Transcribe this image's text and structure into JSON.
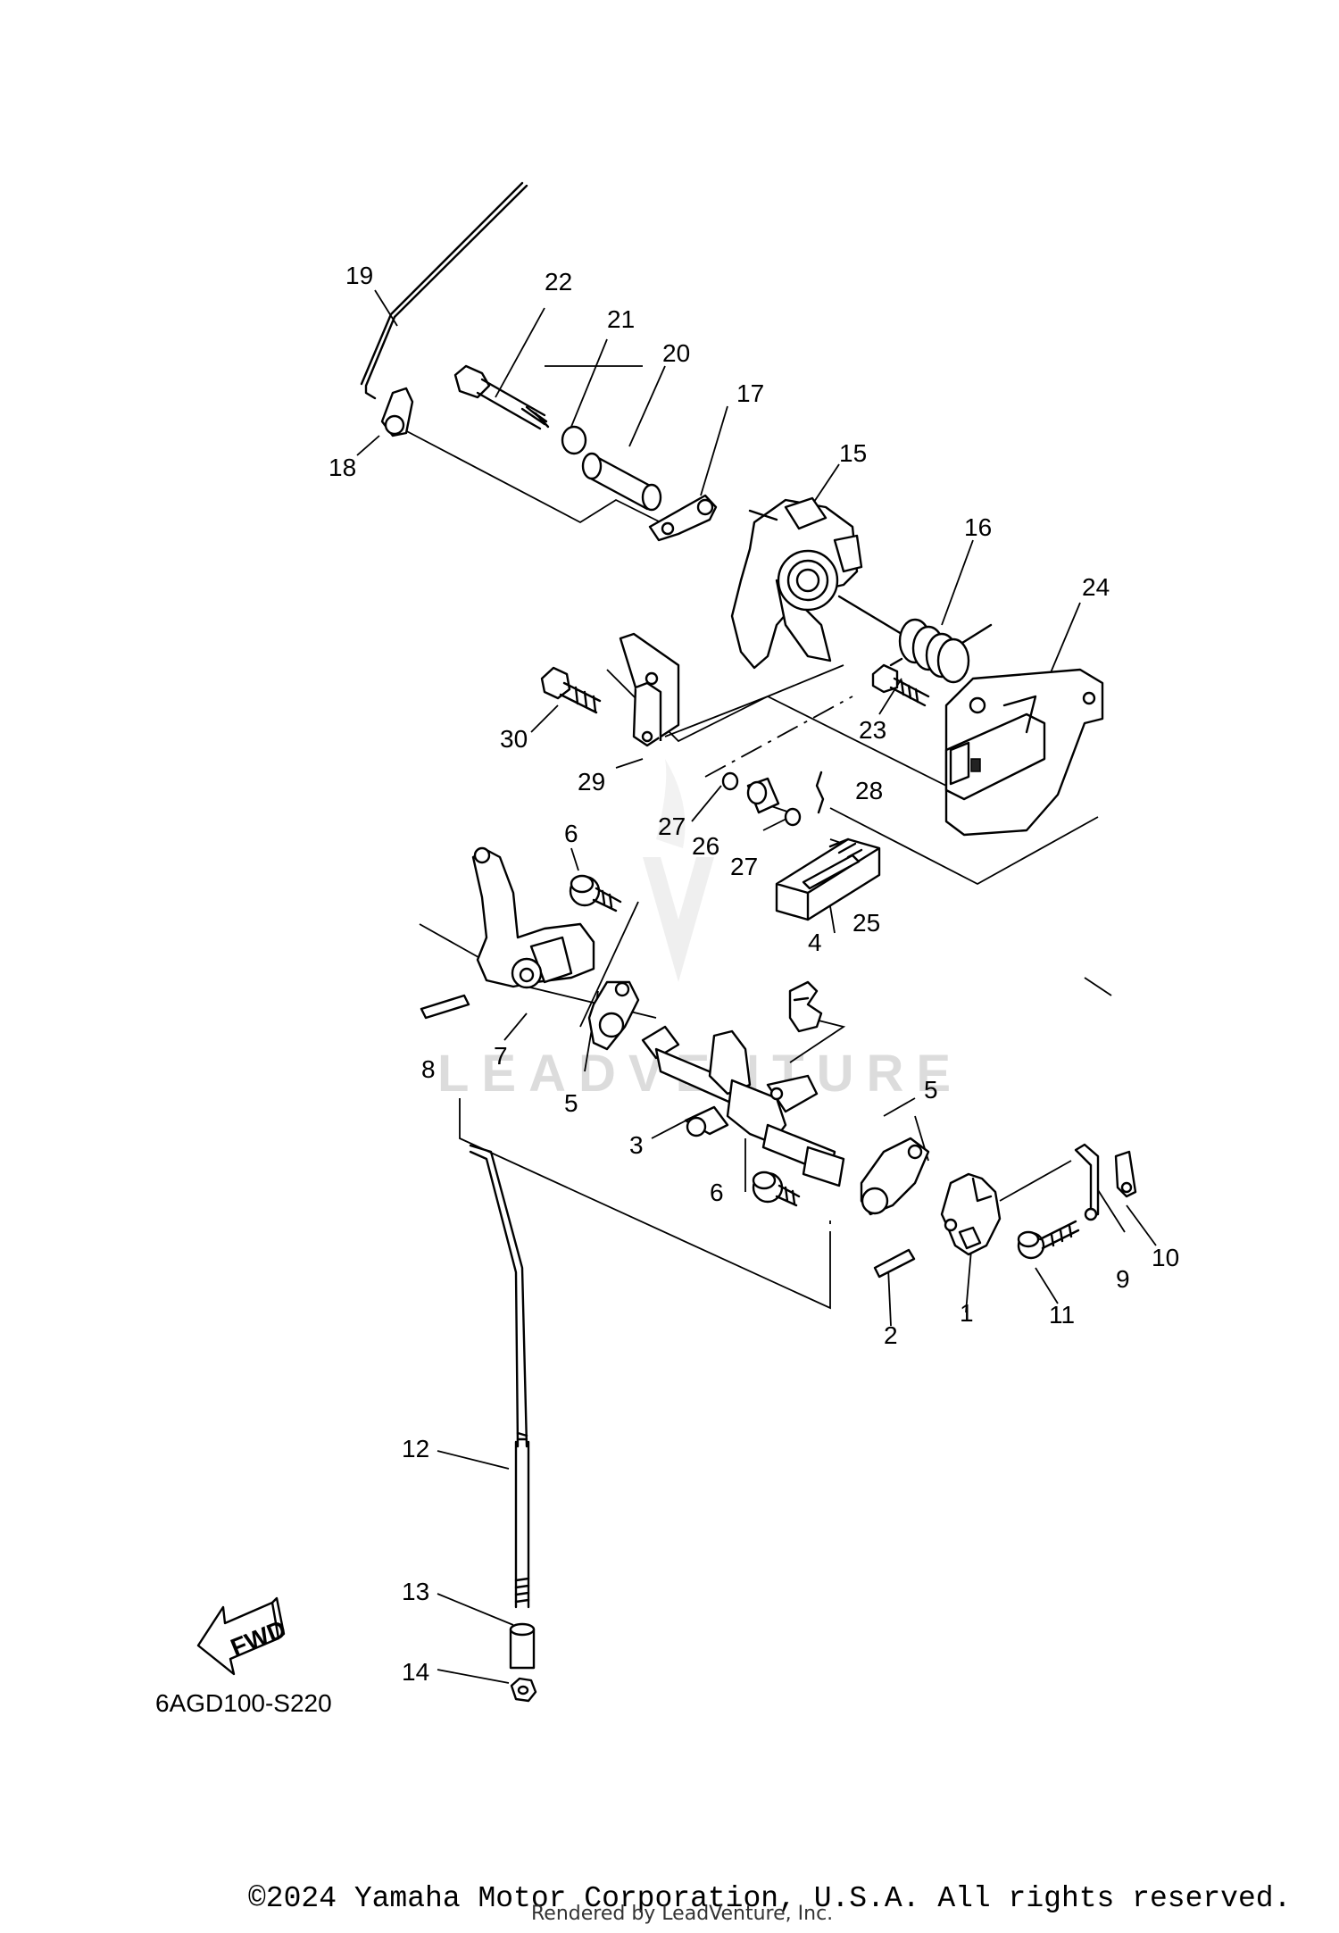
{
  "callouts": [
    "1",
    "2",
    "3",
    "4",
    "5",
    "5",
    "6",
    "6",
    "7",
    "8",
    "9",
    "10",
    "11",
    "12",
    "13",
    "14",
    "15",
    "16",
    "17",
    "18",
    "19",
    "20",
    "21",
    "22",
    "23",
    "24",
    "25",
    "26",
    "27",
    "27",
    "28",
    "29",
    "30"
  ],
  "fwd_label": "FWD",
  "watermark": "LEADVENTURE",
  "diagram_code": "6AGD100-S220",
  "copyright": "©2024 Yamaha Motor Corporation, U.S.A. All rights reserved.",
  "rendered_by": "Rendered by LeadVenture, Inc."
}
